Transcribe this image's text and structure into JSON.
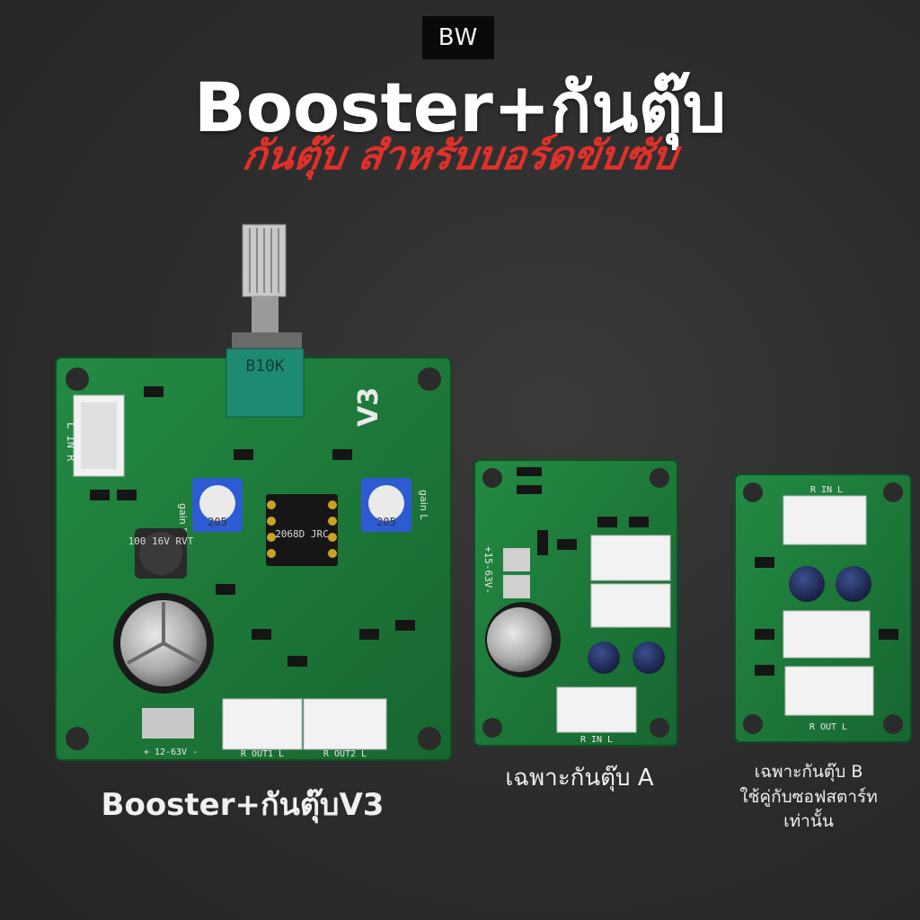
{
  "brand": {
    "logo_text": "BW"
  },
  "header": {
    "title": "Booster+กันตุ๊บ",
    "subtitle": "กันตุ๊บ สำหรับบอร์ดขับซับ"
  },
  "products": [
    {
      "caption": "Booster+กันตุ๊บV3",
      "board_label": "V3",
      "silkscreen": {
        "pot": "B10K",
        "chip": "2068D JRC",
        "capacitor": "100 16V RVT",
        "trim_left": "205",
        "trim_right": "205",
        "power": "+ 12-63V -",
        "out1": "R OUT1 L",
        "out2": "R OUT2 L",
        "input": "L IN R",
        "gain_r": "gain R",
        "gain_l": "gain L"
      }
    },
    {
      "caption": "เฉพาะกันตุ๊บ A",
      "silkscreen": {
        "voltage": "+15-63V-",
        "input": "R IN L"
      }
    },
    {
      "caption_lines": [
        "เฉพาะกันตุ๊บ B",
        "ใช้คู่กับซอฟสตาร์ท",
        "เท่านั้น"
      ],
      "silkscreen": {
        "input": "R IN L",
        "output": "R OUT L"
      }
    }
  ],
  "colors": {
    "background": "#2b2b2b",
    "pcb": "#1f7a3a",
    "subtitle_red": "#e0302a",
    "title_white": "#ffffff"
  }
}
